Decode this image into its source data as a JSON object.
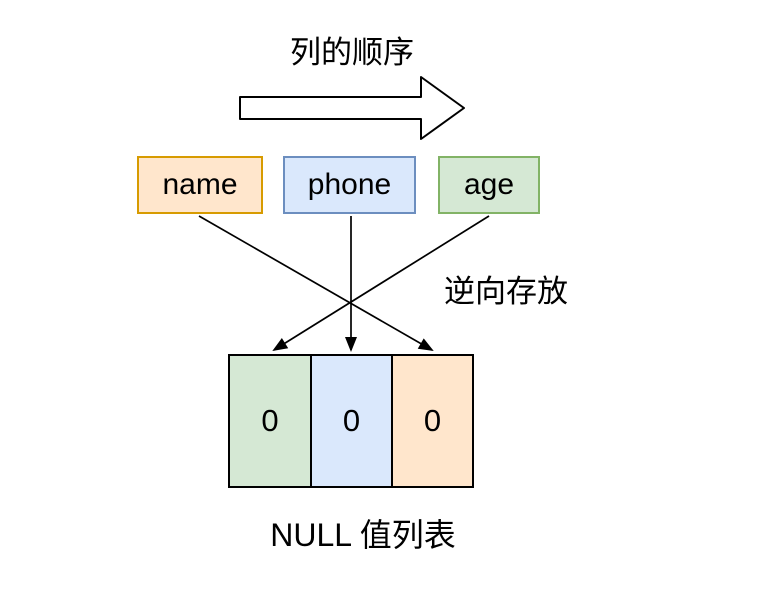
{
  "diagram": {
    "title": "列的顺序",
    "reverse_storage_label": "逆向存放",
    "caption": "NULL 值列表",
    "columns": [
      {
        "label": "name",
        "fill": "#FFE6CC",
        "stroke": "#D79B00"
      },
      {
        "label": "phone",
        "fill": "#DAE8FC",
        "stroke": "#6C8EBF"
      },
      {
        "label": "age",
        "fill": "#D5E8D4",
        "stroke": "#82B366"
      }
    ],
    "null_list_cells": [
      {
        "value": "0",
        "fill": "#D5E8D4",
        "stroke": "#82B366"
      },
      {
        "value": "0",
        "fill": "#DAE8FC",
        "stroke": "#6C8EBF"
      },
      {
        "value": "0",
        "fill": "#FFE6CC",
        "stroke": "#D79B00"
      }
    ],
    "colors": {
      "line": "#000000",
      "text": "#000000",
      "background": "#FFFFFF"
    }
  }
}
